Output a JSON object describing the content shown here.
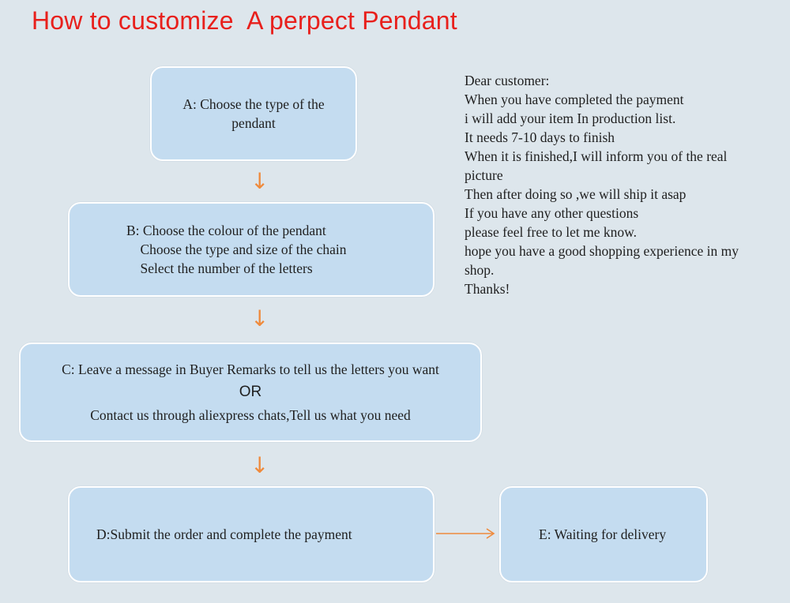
{
  "title": "How to customize  A perpect Pendant",
  "steps": {
    "a": {
      "lines": [
        "A: Choose the type of the",
        "pendant"
      ]
    },
    "b": {
      "lines": [
        "B: Choose the colour of the pendant",
        "    Choose the type and size of the chain",
        "    Select the number of the letters"
      ]
    },
    "c": {
      "lines": [
        "C: Leave a message in Buyer Remarks to tell us the letters you want",
        "OR",
        "Contact us through aliexpress chats,Tell us what you need"
      ]
    },
    "d": {
      "lines": [
        "D:Submit the order and complete the payment"
      ]
    },
    "e": {
      "lines": [
        "E: Waiting for delivery"
      ]
    }
  },
  "arrow_color": "#ef8a3c",
  "box_color": "#c4dcf0",
  "title_color": "#e8201c",
  "note": {
    "lines": [
      "Dear customer:",
      "When you have completed the payment",
      "i will add your item In production list.",
      "It needs 7-10 days to finish",
      "When it is finished,I will inform you of the real",
      "picture",
      "Then after doing so ,we will ship it asap",
      "If you have any other questions",
      "please feel free to let me know.",
      "hope you have a good shopping experience in my",
      "shop.",
      "Thanks!"
    ]
  }
}
